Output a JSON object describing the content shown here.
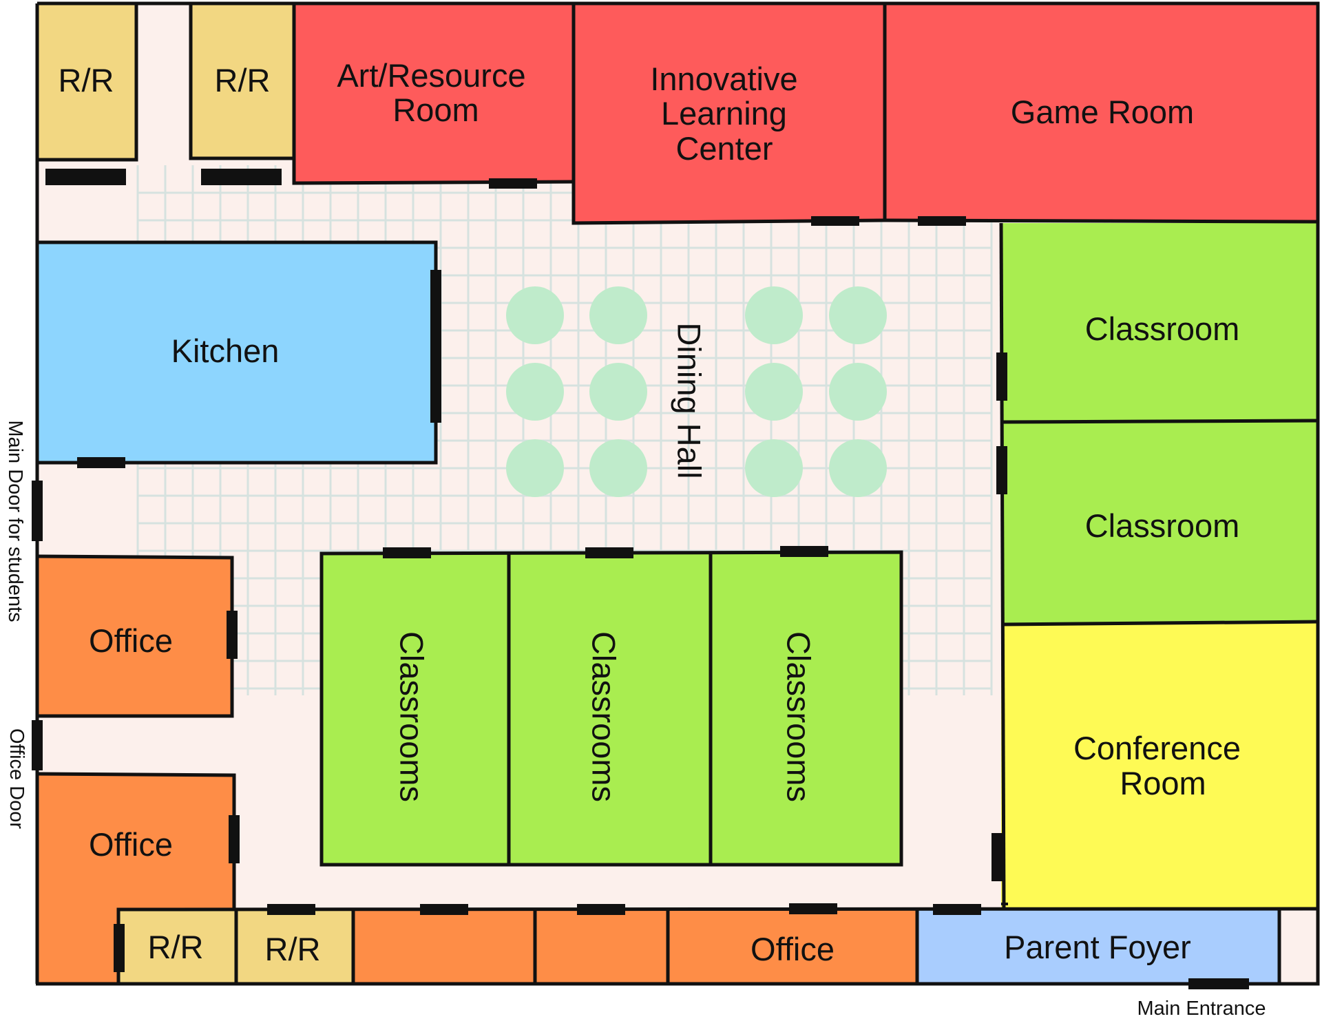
{
  "colors": {
    "floor": "#fcf0ec",
    "grid": "#d6e2df",
    "restroom": "#f2d782",
    "activity": "#fe5b5b",
    "kitchen": "#8dd5fe",
    "classroom": "#a9ed50",
    "office": "#fe8d47",
    "conference": "#fefa55",
    "foyer": "#a9cdfe",
    "table": "#bfebcb",
    "wall": "#111111",
    "door": "#111111"
  },
  "rooms": {
    "rr_top_1": "R/R",
    "rr_top_2": "R/R",
    "art_resource": [
      "Art/Resource",
      "Room"
    ],
    "innovative_center": [
      "Innovative",
      "Learning",
      "Center"
    ],
    "game_room": "Game Room",
    "kitchen": "Kitchen",
    "dining_hall": "Dining Hall",
    "classroom_right_1": "Classroom",
    "classroom_right_2": "Classroom",
    "conference_room": [
      "Conference",
      "Room"
    ],
    "classrooms_center_1": "Classrooms",
    "classrooms_center_2": "Classrooms",
    "classrooms_center_3": "Classrooms",
    "office_left_1": "Office",
    "office_left_2": "Office",
    "rr_bottom_1": "R/R",
    "rr_bottom_2": "R/R",
    "office_bottom": "Office",
    "parent_foyer": "Parent Foyer"
  },
  "labels": {
    "main_door_students": "Main Door for students",
    "office_door": "Office Door",
    "main_entrance": "Main Entrance"
  }
}
